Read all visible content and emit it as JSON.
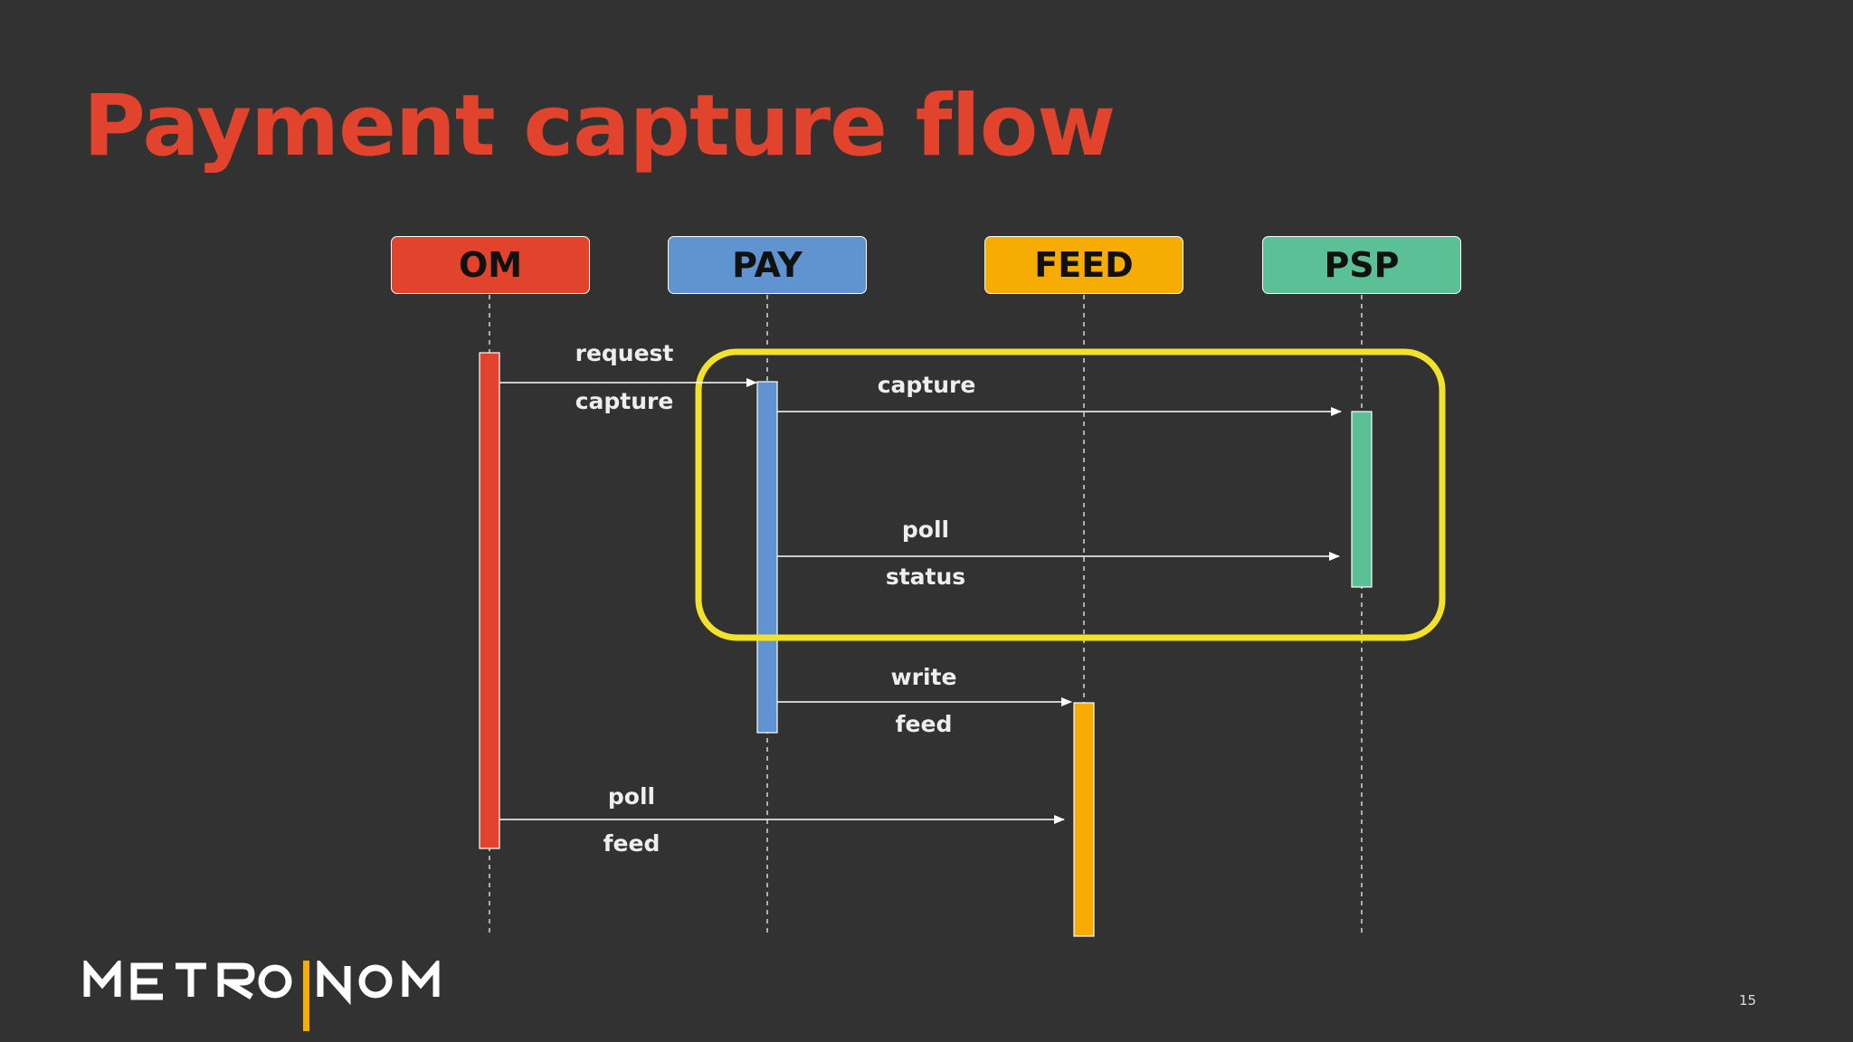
{
  "slide": {
    "title": "Payment capture flow",
    "page_number": "15",
    "logo_text": "METRONOM"
  },
  "actors": [
    {
      "id": "om",
      "label": "OM",
      "color": "#e2432c"
    },
    {
      "id": "pay",
      "label": "PAY",
      "color": "#6094d0"
    },
    {
      "id": "feed",
      "label": "FEED",
      "color": "#f7ac04"
    },
    {
      "id": "psp",
      "label": "PSP",
      "color": "#5bc096"
    }
  ],
  "messages": [
    {
      "from": "OM",
      "to": "PAY",
      "line1": "request",
      "line2": "capture"
    },
    {
      "from": "PAY",
      "to": "PSP",
      "line1": "capture",
      "line2": ""
    },
    {
      "from": "PAY",
      "to": "PSP",
      "line1": "poll",
      "line2": "status"
    },
    {
      "from": "PAY",
      "to": "FEED",
      "line1": "write",
      "line2": "feed"
    },
    {
      "from": "OM",
      "to": "FEED",
      "line1": "poll",
      "line2": "feed"
    }
  ],
  "colors": {
    "background": "#323232",
    "title": "#e2432c",
    "highlight": "#f2e22c",
    "logo_bar": "#f7ac04"
  }
}
